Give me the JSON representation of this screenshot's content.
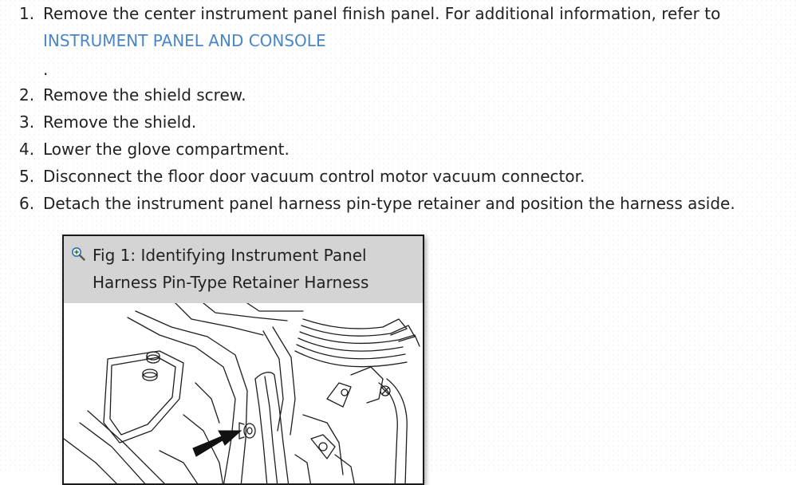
{
  "steps": [
    {
      "num": "1.",
      "text": "Remove the center instrument panel finish panel. For additional information, refer to",
      "link": "INSTRUMENT PANEL AND CONSOLE",
      "suffix": "."
    },
    {
      "num": "2.",
      "text": "Remove the shield screw."
    },
    {
      "num": "3.",
      "text": "Remove the shield."
    },
    {
      "num": "4.",
      "text": "Lower the glove compartment."
    },
    {
      "num": "5.",
      "text": "Disconnect the floor door vacuum control motor vacuum connector."
    },
    {
      "num": "6.",
      "text": "Detach the instrument panel harness pin-type retainer and position the harness aside."
    }
  ],
  "figure": {
    "title_line1": "Fig 1: Identifying Instrument Panel",
    "title_line2": "Harness Pin-Type Retainer Harness",
    "icon": "zoom-in-icon"
  },
  "colors": {
    "link": "#4a86c5",
    "text": "#222222",
    "figure_header": "#d4d4d4"
  }
}
